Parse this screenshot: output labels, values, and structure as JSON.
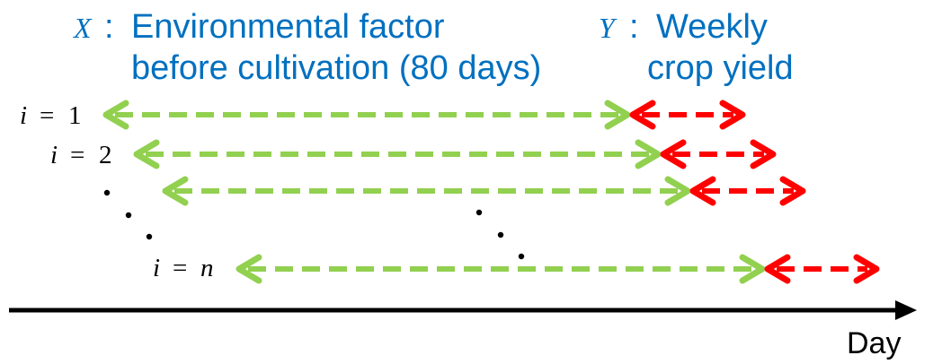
{
  "legend": {
    "x": {
      "symbol": "X",
      "separator": ":",
      "line1": "Environmental factor",
      "line2": "before cultivation (80 days)"
    },
    "y": {
      "symbol": "Y",
      "separator": ":",
      "line1": "Weekly",
      "line2": "crop yield"
    }
  },
  "rows": [
    {
      "var": "i",
      "eq": "=",
      "value": "1"
    },
    {
      "var": "i",
      "eq": "=",
      "value": "2"
    },
    {
      "var": "i",
      "eq": "=",
      "value": "n"
    }
  ],
  "axis": {
    "label": "Day"
  },
  "colors": {
    "x_arrow": "#92d050",
    "y_arrow": "#ff0000",
    "text_blue": "#0070c0",
    "axis": "#000000"
  }
}
